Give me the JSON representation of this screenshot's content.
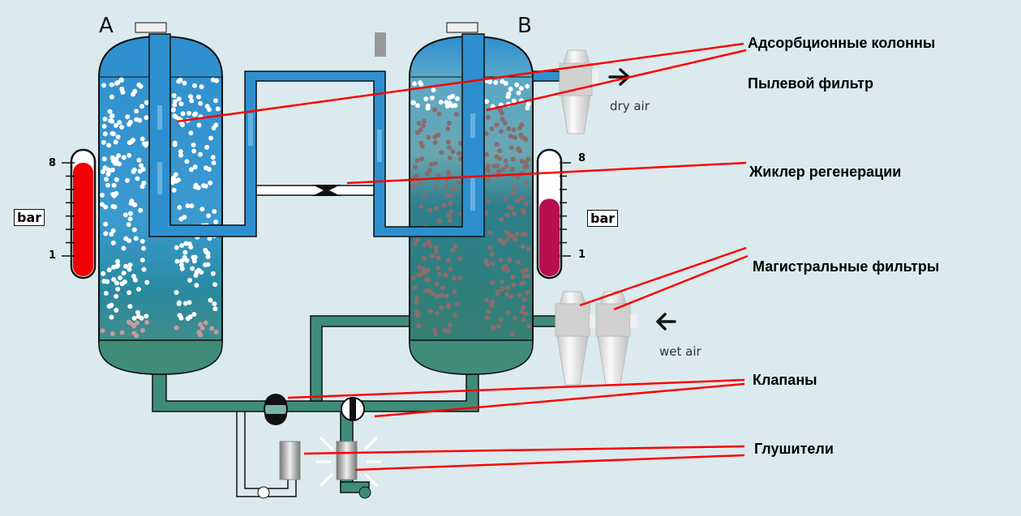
{
  "tanks": [
    {
      "letter": "A",
      "pressure_bar": 8,
      "gauge_color": "#f00000"
    },
    {
      "letter": "B",
      "pressure_bar": 5.3,
      "gauge_color": "#b8104f"
    }
  ],
  "gauge": {
    "unit": "bar",
    "max_label": "8",
    "min_label": "1"
  },
  "flows": {
    "outlet": "dry air",
    "inlet": "wet air"
  },
  "labels": {
    "columns": "Адсорбционные колонны",
    "dust_filter": "Пылевой фильтр",
    "orifice": "Жиклер регенерации",
    "main_filters": "Магистральные фильтры",
    "valves": "Клапаны",
    "silencers": "Глушители"
  },
  "colors": {
    "background": "#dbeaee",
    "dry_pipe": "#2e8fcf",
    "wet_pipe": "#3f8c78",
    "leader_line": "#ff0000"
  }
}
